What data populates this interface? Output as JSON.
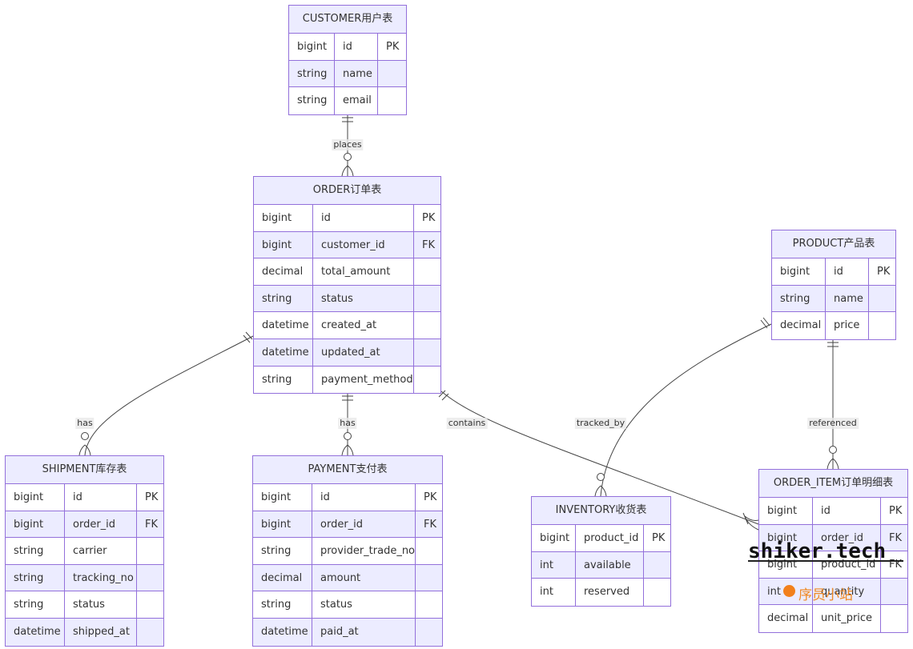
{
  "entities": {
    "customer": {
      "title": "CUSTOMER用户表",
      "rows": [
        {
          "type": "bigint",
          "name": "id",
          "key": "PK"
        },
        {
          "type": "string",
          "name": "name",
          "key": ""
        },
        {
          "type": "string",
          "name": "email",
          "key": ""
        }
      ]
    },
    "order": {
      "title": "ORDER订单表",
      "rows": [
        {
          "type": "bigint",
          "name": "id",
          "key": "PK"
        },
        {
          "type": "bigint",
          "name": "customer_id",
          "key": "FK"
        },
        {
          "type": "decimal",
          "name": "total_amount",
          "key": ""
        },
        {
          "type": "string",
          "name": "status",
          "key": ""
        },
        {
          "type": "datetime",
          "name": "created_at",
          "key": ""
        },
        {
          "type": "datetime",
          "name": "updated_at",
          "key": ""
        },
        {
          "type": "string",
          "name": "payment_method",
          "key": ""
        }
      ]
    },
    "product": {
      "title": "PRODUCT产品表",
      "rows": [
        {
          "type": "bigint",
          "name": "id",
          "key": "PK"
        },
        {
          "type": "string",
          "name": "name",
          "key": ""
        },
        {
          "type": "decimal",
          "name": "price",
          "key": ""
        }
      ]
    },
    "shipment": {
      "title": "SHIPMENT库存表",
      "rows": [
        {
          "type": "bigint",
          "name": "id",
          "key": "PK"
        },
        {
          "type": "bigint",
          "name": "order_id",
          "key": "FK"
        },
        {
          "type": "string",
          "name": "carrier",
          "key": ""
        },
        {
          "type": "string",
          "name": "tracking_no",
          "key": ""
        },
        {
          "type": "string",
          "name": "status",
          "key": ""
        },
        {
          "type": "datetime",
          "name": "shipped_at",
          "key": ""
        }
      ]
    },
    "payment": {
      "title": "PAYMENT支付表",
      "rows": [
        {
          "type": "bigint",
          "name": "id",
          "key": "PK"
        },
        {
          "type": "bigint",
          "name": "order_id",
          "key": "FK"
        },
        {
          "type": "string",
          "name": "provider_trade_no",
          "key": ""
        },
        {
          "type": "decimal",
          "name": "amount",
          "key": ""
        },
        {
          "type": "string",
          "name": "status",
          "key": ""
        },
        {
          "type": "datetime",
          "name": "paid_at",
          "key": ""
        }
      ]
    },
    "inventory": {
      "title": "INVENTORY收货表",
      "rows": [
        {
          "type": "bigint",
          "name": "product_id",
          "key": "PK"
        },
        {
          "type": "int",
          "name": "available",
          "key": ""
        },
        {
          "type": "int",
          "name": "reserved",
          "key": ""
        }
      ]
    },
    "order_item": {
      "title": "ORDER_ITEM订单明细表",
      "rows": [
        {
          "type": "bigint",
          "name": "id",
          "key": "PK"
        },
        {
          "type": "bigint",
          "name": "order_id",
          "key": "FK"
        },
        {
          "type": "bigint",
          "name": "product_id",
          "key": "FK"
        },
        {
          "type": "int",
          "name": "quantity",
          "key": ""
        },
        {
          "type": "decimal",
          "name": "unit_price",
          "key": ""
        }
      ]
    }
  },
  "relationships": {
    "places": "places",
    "order_shipment": "has",
    "order_payment": "has",
    "contains": "contains",
    "tracked_by": "tracked_by",
    "referenced": "referenced"
  },
  "watermark": {
    "brand": "shiker.tech",
    "subtitle": "序员小站"
  },
  "colors": {
    "border": "#9370db",
    "header_fill": "#ececff",
    "line": "#333333",
    "watermark_accent": "#f08a24"
  }
}
